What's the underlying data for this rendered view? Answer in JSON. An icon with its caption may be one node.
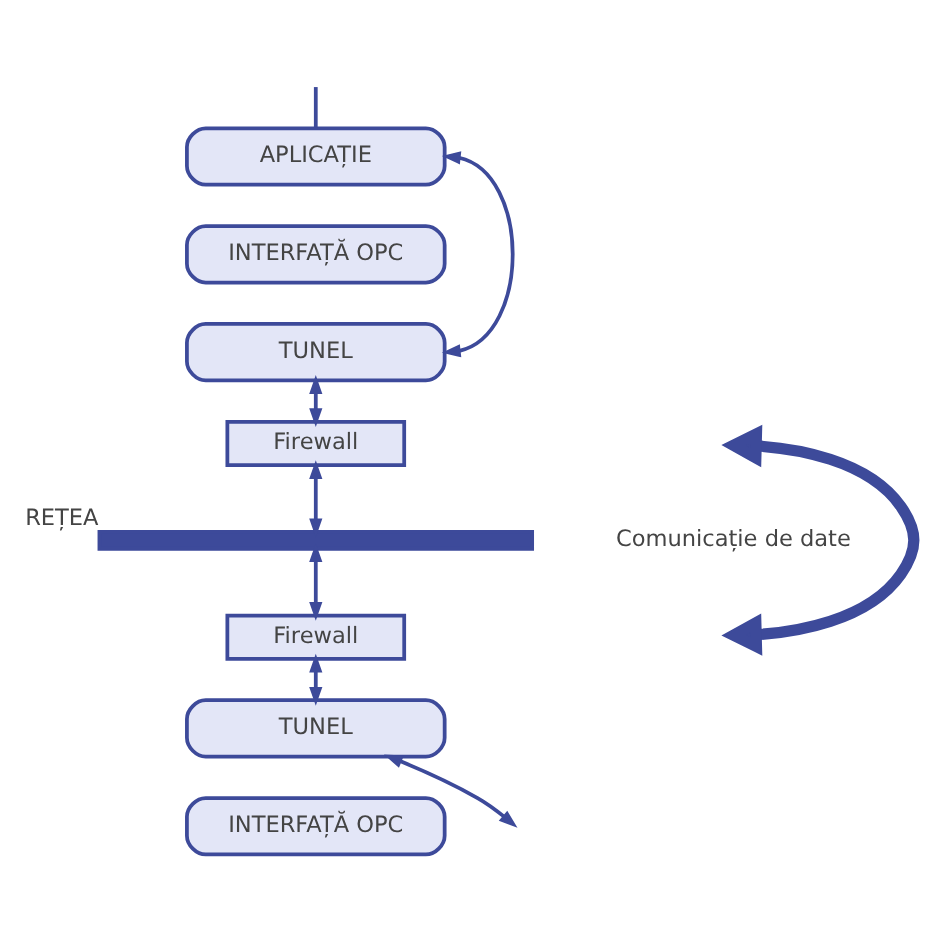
{
  "diagram": {
    "nodes": [
      {
        "text": [
          "APLICAȚIE"
        ]
      },
      {
        "text": [
          "INTERFAȚĂ OPC"
        ]
      },
      {
        "text": [
          "TUNEL"
        ]
      },
      {
        "text": [
          "Firewall"
        ]
      },
      {
        "text": [],
        "shape": "bar",
        "beside": [
          "REȚEA"
        ]
      },
      {
        "text": [
          "Firewall"
        ]
      },
      {
        "text": [
          "TUNEL"
        ]
      },
      {
        "text": [
          "INTERFAȚĂ OPC"
        ]
      }
    ],
    "edges": [
      {
        "from": null,
        "to": 0,
        "arrow": "none"
      },
      {
        "from": 0,
        "to": 2,
        "arrow": "both"
      },
      {
        "from": 2,
        "to": 3,
        "arrow": "both"
      },
      {
        "from": 3,
        "to": 4,
        "arrow": "both"
      },
      {
        "from": 4,
        "to": 5,
        "arrow": "both"
      },
      {
        "from": 5,
        "to": 6,
        "arrow": "both"
      },
      {
        "from": 6,
        "to": null,
        "arrow": "both"
      }
    ],
    "labels": [
      "Comunicație de date"
    ]
  }
}
